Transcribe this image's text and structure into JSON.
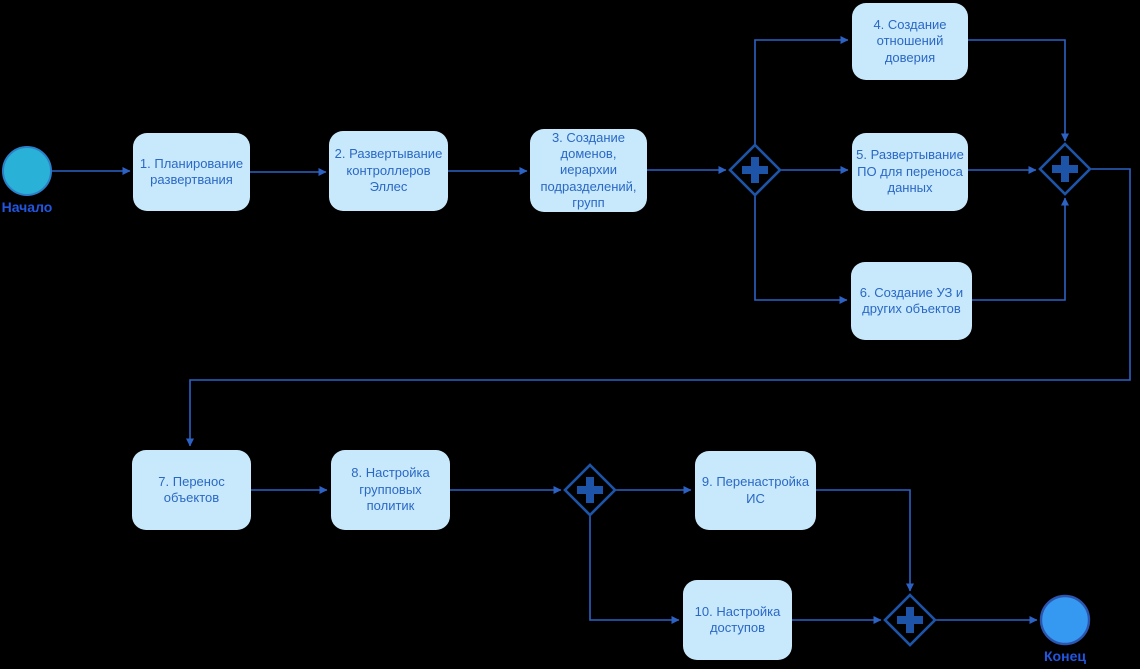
{
  "diagram_type": "bpmn-flowchart",
  "colors": {
    "background": "#000000",
    "box_fill": "#c8e9fb",
    "box_text": "#2b68c6",
    "line": "#2b62c4",
    "gateway": "#1e54a8",
    "start_fill": "#2ab1d8",
    "start_stroke": "#2a80c9",
    "end_fill": "#3598f1",
    "end_stroke": "#2b55ae",
    "label_text": "#2356e0"
  },
  "start_event": {
    "label": "Начало"
  },
  "end_event": {
    "label": "Конец"
  },
  "tasks": [
    {
      "label": "1. Планирование развертвания"
    },
    {
      "label": "2. Развертывание контроллеров Эллес"
    },
    {
      "label": "3. Создание доменов, иерархии подразделений, групп"
    },
    {
      "label": "4. Создание отношений доверия"
    },
    {
      "label": "5. Развертывание ПО для переноса данных"
    },
    {
      "label": "6. Создание УЗ и других объектов"
    },
    {
      "label": "7. Перенос объектов"
    },
    {
      "label": "8. Настройка групповых политик"
    },
    {
      "label": "9. Перенастройка ИС"
    },
    {
      "label": "10. Настройка доступов"
    }
  ],
  "gateways": [
    {
      "name": "parallel-gateway-1",
      "type": "parallel",
      "icon": "plus-icon"
    },
    {
      "name": "parallel-gateway-2",
      "type": "parallel",
      "icon": "plus-icon"
    },
    {
      "name": "parallel-gateway-3",
      "type": "parallel",
      "icon": "plus-icon"
    },
    {
      "name": "parallel-gateway-4",
      "type": "parallel",
      "icon": "plus-icon"
    }
  ]
}
